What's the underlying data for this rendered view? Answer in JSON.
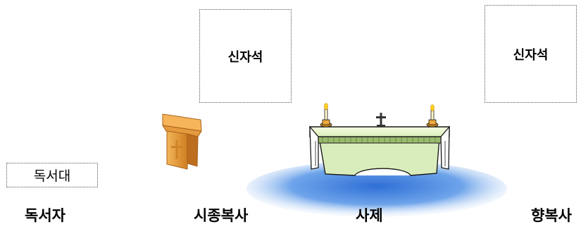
{
  "seats": {
    "left_label": "신자석",
    "right_label": "신자석"
  },
  "lectern": {
    "label": "독서대"
  },
  "roles": {
    "reader": "독서자",
    "server": "시종복사",
    "priest": "사제",
    "thurifer": "향복사"
  }
}
